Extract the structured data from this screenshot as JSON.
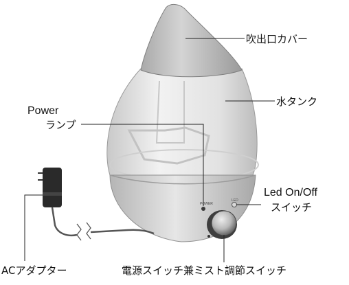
{
  "labels": {
    "outlet_cover": "吹出口カバー",
    "water_tank": "水タンク",
    "power_title": "Power",
    "power_lamp": "ランプ",
    "led_title": "Led On/Off",
    "led_switch": "スイッチ",
    "ac_adapter": "ACアダプター",
    "main_switch": "電源スイッチ兼ミスト調節スイッチ"
  },
  "device_markings": {
    "power": "POWER",
    "led": "LED"
  },
  "colors": {
    "cover_top": "#c4c4c4",
    "cover_shadow": "#8f8f8f",
    "tank_body": "#dedede",
    "tank_highlight": "#f5f5f5",
    "base": "#cfcfcf",
    "knob": "#6f6f6f",
    "adapter": "#2a2a2a",
    "leader_line": "#222222"
  }
}
